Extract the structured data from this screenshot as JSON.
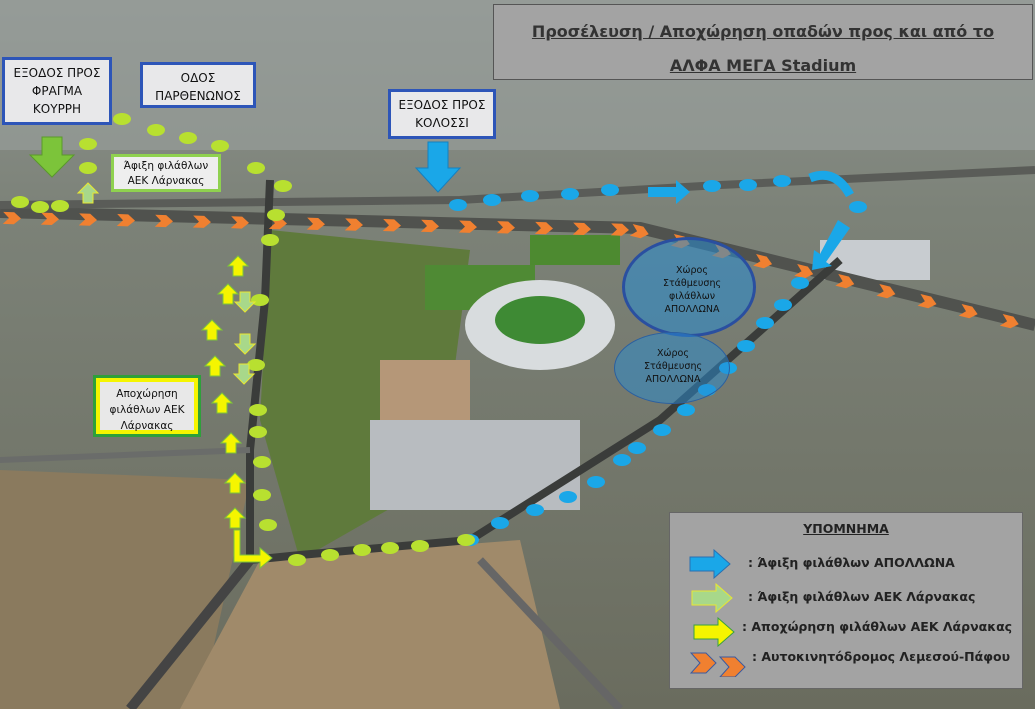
{
  "title": {
    "line1": "Προσέλευση / Αποχώρηση  οπαδών προς και από το",
    "line2": "ΑΛΦΑ ΜΕΓΑ Stadium"
  },
  "labels": {
    "exit_fragma": "ΕΞΟΔΟΣ ΠΡΟΣ ΦΡΑΓΜΑ ΚΟΥΡΡΗ",
    "odos_parthenonos": "ΟΔΟΣ ΠΑΡΘΕΝΩΝΟΣ",
    "exit_kolossi": "ΕΞΟΔΟΣ ΠΡΟΣ ΚΟΛΟΣΣΙ",
    "arrival_aek": "Άφιξη φιλάθλων ΑΕΚ Λάρνακας",
    "departure_aek": "Αποχώρηση φιλάθλων ΑΕΚ Λάρνακας",
    "parking1": "Χώρος Στάθμευσης φιλάθλων ΑΠΟΛΛΩΝΑ",
    "parking2": "Χώρος Στάθμευσης ΑΠΟΛΛΩΝΑ"
  },
  "legend": {
    "title": "ΥΠΟΜΝΗΜΑ",
    "items": [
      {
        "label": ":   Άφιξη φιλάθλων  ΑΠΟΛΛΩΝΑ",
        "color": "#1aa7e8",
        "icon": "blue-arrow"
      },
      {
        "label": ":   Άφιξη φιλάθλων ΑΕΚ Λάρνακας",
        "color": "#a8d88a",
        "icon": "light-green-arrow"
      },
      {
        "label": ": Αποχώρηση φιλάθλων ΑΕΚ Λάρνακας",
        "color": "#f5f500",
        "icon": "yellow-arrow"
      },
      {
        "label": ": Αυτοκινητόδρομος Λεμεσού-Πάφου",
        "color": "#f08030",
        "icon": "orange-chevrons"
      }
    ]
  }
}
